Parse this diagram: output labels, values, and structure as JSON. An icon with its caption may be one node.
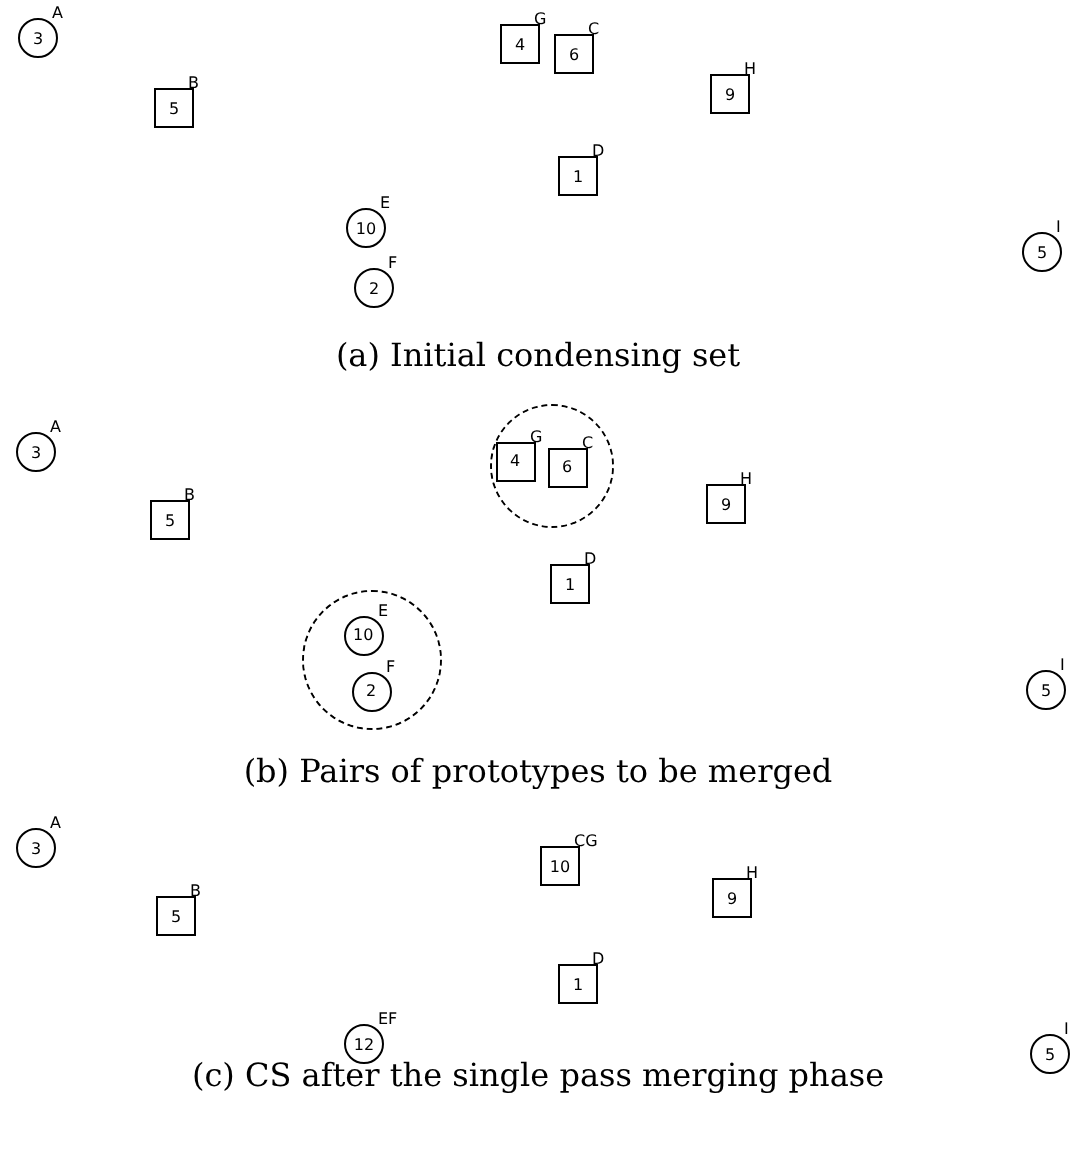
{
  "diagram": {
    "nodes": [
      {
        "text": [
          "3"
        ],
        "beside": [
          "A"
        ]
      },
      {
        "text": [
          "4"
        ],
        "beside": [
          "G"
        ]
      },
      {
        "text": [
          "6"
        ],
        "beside": [
          "C"
        ]
      },
      {
        "text": [
          "5"
        ],
        "beside": [
          "B"
        ]
      },
      {
        "text": [
          "9"
        ],
        "beside": [
          "H"
        ]
      },
      {
        "text": [
          "1"
        ],
        "beside": [
          "D"
        ]
      },
      {
        "text": [
          "10"
        ],
        "beside": [
          "E"
        ]
      },
      {
        "text": [
          "5"
        ],
        "beside": [
          "I"
        ]
      },
      {
        "text": [
          "2"
        ],
        "beside": [
          "F"
        ]
      },
      {
        "text": [
          "3"
        ],
        "beside": [
          "A"
        ]
      },
      {
        "text": [],
        "shape": "circle"
      },
      {
        "text": [
          "4"
        ],
        "beside": [
          "G"
        ],
        "in": 10
      },
      {
        "text": [
          "6"
        ],
        "beside": [
          "C"
        ],
        "in": 10
      },
      {
        "text": [
          "5"
        ],
        "beside": [
          "B"
        ]
      },
      {
        "text": [
          "9"
        ],
        "beside": [
          "H"
        ]
      },
      {
        "text": [
          "1"
        ],
        "beside": [
          "D"
        ]
      },
      {
        "text": [],
        "shape": "circle"
      },
      {
        "text": [
          "10"
        ],
        "beside": [
          "E"
        ],
        "in": 16
      },
      {
        "text": [
          "2"
        ],
        "beside": [
          "F"
        ],
        "in": 16
      },
      {
        "text": [
          "5"
        ],
        "beside": [
          "I"
        ]
      },
      {
        "text": [
          "3"
        ],
        "beside": [
          "A"
        ]
      },
      {
        "text": [
          "10"
        ],
        "beside": [
          "CG"
        ]
      },
      {
        "text": [
          "5"
        ],
        "beside": [
          "B"
        ]
      },
      {
        "text": [
          "9"
        ],
        "beside": [
          "H"
        ]
      },
      {
        "text": [
          "1"
        ],
        "beside": [
          "D"
        ]
      },
      {
        "text": [
          "12"
        ],
        "beside": [
          "EF"
        ]
      },
      {
        "text": [
          "5"
        ],
        "beside": [
          "I"
        ]
      }
    ],
    "labels": [
      "(a) Initial condensing set",
      "(b) Pairs of prototypes to be merged",
      "(c) CS after the single pass merging phase"
    ]
  }
}
